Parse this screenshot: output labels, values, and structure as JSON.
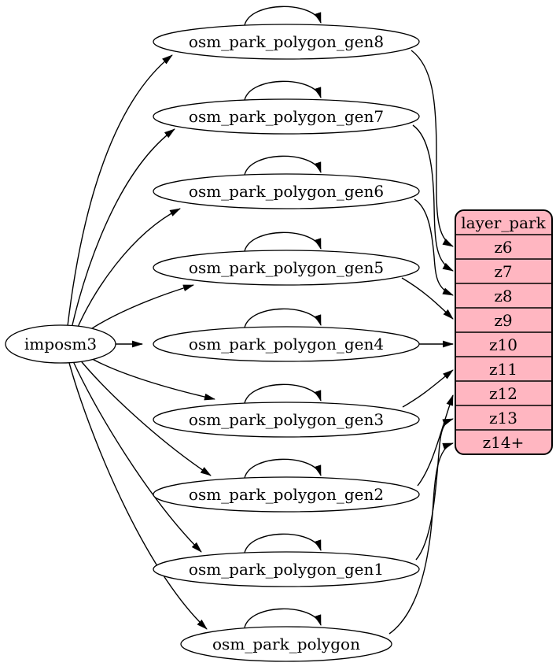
{
  "diagram": {
    "type": "graphviz-digraph",
    "source": {
      "label": "imposm3"
    },
    "tables": [
      {
        "label": "osm_park_polygon_gen8",
        "feeds": "z6"
      },
      {
        "label": "osm_park_polygon_gen7",
        "feeds": "z7"
      },
      {
        "label": "osm_park_polygon_gen6",
        "feeds": "z8"
      },
      {
        "label": "osm_park_polygon_gen5",
        "feeds": "z9"
      },
      {
        "label": "osm_park_polygon_gen4",
        "feeds": "z10"
      },
      {
        "label": "osm_park_polygon_gen3",
        "feeds": "z11"
      },
      {
        "label": "osm_park_polygon_gen2",
        "feeds": "z12"
      },
      {
        "label": "osm_park_polygon_gen1",
        "feeds": "z13"
      },
      {
        "label": "osm_park_polygon",
        "feeds": "z14+"
      }
    ],
    "layer_table": {
      "header": "layer_park",
      "rows": [
        "z6",
        "z7",
        "z8",
        "z9",
        "z10",
        "z11",
        "z12",
        "z13",
        "z14+"
      ]
    },
    "edges": [
      {
        "from": "imposm3",
        "to": "osm_park_polygon_gen8"
      },
      {
        "from": "imposm3",
        "to": "osm_park_polygon_gen7"
      },
      {
        "from": "imposm3",
        "to": "osm_park_polygon_gen6"
      },
      {
        "from": "imposm3",
        "to": "osm_park_polygon_gen5"
      },
      {
        "from": "imposm3",
        "to": "osm_park_polygon_gen4"
      },
      {
        "from": "imposm3",
        "to": "osm_park_polygon_gen3"
      },
      {
        "from": "imposm3",
        "to": "osm_park_polygon_gen2"
      },
      {
        "from": "imposm3",
        "to": "osm_park_polygon_gen1"
      },
      {
        "from": "imposm3",
        "to": "osm_park_polygon"
      },
      {
        "from": "osm_park_polygon_gen8",
        "to": "osm_park_polygon_gen8",
        "kind": "self-loop"
      },
      {
        "from": "osm_park_polygon_gen7",
        "to": "osm_park_polygon_gen7",
        "kind": "self-loop"
      },
      {
        "from": "osm_park_polygon_gen6",
        "to": "osm_park_polygon_gen6",
        "kind": "self-loop"
      },
      {
        "from": "osm_park_polygon_gen5",
        "to": "osm_park_polygon_gen5",
        "kind": "self-loop"
      },
      {
        "from": "osm_park_polygon_gen4",
        "to": "osm_park_polygon_gen4",
        "kind": "self-loop"
      },
      {
        "from": "osm_park_polygon_gen3",
        "to": "osm_park_polygon_gen3",
        "kind": "self-loop"
      },
      {
        "from": "osm_park_polygon_gen2",
        "to": "osm_park_polygon_gen2",
        "kind": "self-loop"
      },
      {
        "from": "osm_park_polygon_gen1",
        "to": "osm_park_polygon_gen1",
        "kind": "self-loop"
      },
      {
        "from": "osm_park_polygon",
        "to": "osm_park_polygon",
        "kind": "self-loop"
      },
      {
        "from": "osm_park_polygon_gen8",
        "to": "layer_park:z6"
      },
      {
        "from": "osm_park_polygon_gen7",
        "to": "layer_park:z7"
      },
      {
        "from": "osm_park_polygon_gen6",
        "to": "layer_park:z8"
      },
      {
        "from": "osm_park_polygon_gen5",
        "to": "layer_park:z9"
      },
      {
        "from": "osm_park_polygon_gen4",
        "to": "layer_park:z10"
      },
      {
        "from": "osm_park_polygon_gen3",
        "to": "layer_park:z11"
      },
      {
        "from": "osm_park_polygon_gen2",
        "to": "layer_park:z12"
      },
      {
        "from": "osm_park_polygon_gen1",
        "to": "layer_park:z13"
      },
      {
        "from": "osm_park_polygon",
        "to": "layer_park:z14+"
      }
    ],
    "colors": {
      "layer_table_fill": "#ffb6c1",
      "node_fill": "#ffffff",
      "edge_stroke": "#000000",
      "background": "#ffffff"
    }
  }
}
